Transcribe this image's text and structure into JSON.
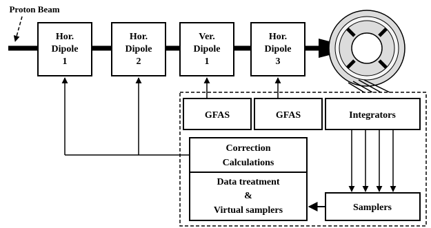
{
  "beam_label": "Proton Beam",
  "blocks": {
    "hor_dipole_1": [
      "Hor.",
      "Dipole",
      "1"
    ],
    "hor_dipole_2": [
      "Hor.",
      "Dipole",
      "2"
    ],
    "ver_dipole_1": [
      "Ver.",
      "Dipole",
      "1"
    ],
    "hor_dipole_3": [
      "Hor.",
      "Dipole",
      "3"
    ],
    "gfas_1": [
      "GFAS"
    ],
    "gfas_2": [
      "GFAS"
    ],
    "integrators": [
      "Integrators"
    ],
    "correction": [
      "Correction",
      "Calculations"
    ],
    "data_treatment": [
      "Data treatment",
      "&",
      "Virtual samplers"
    ],
    "samplers": [
      "Samplers"
    ]
  }
}
